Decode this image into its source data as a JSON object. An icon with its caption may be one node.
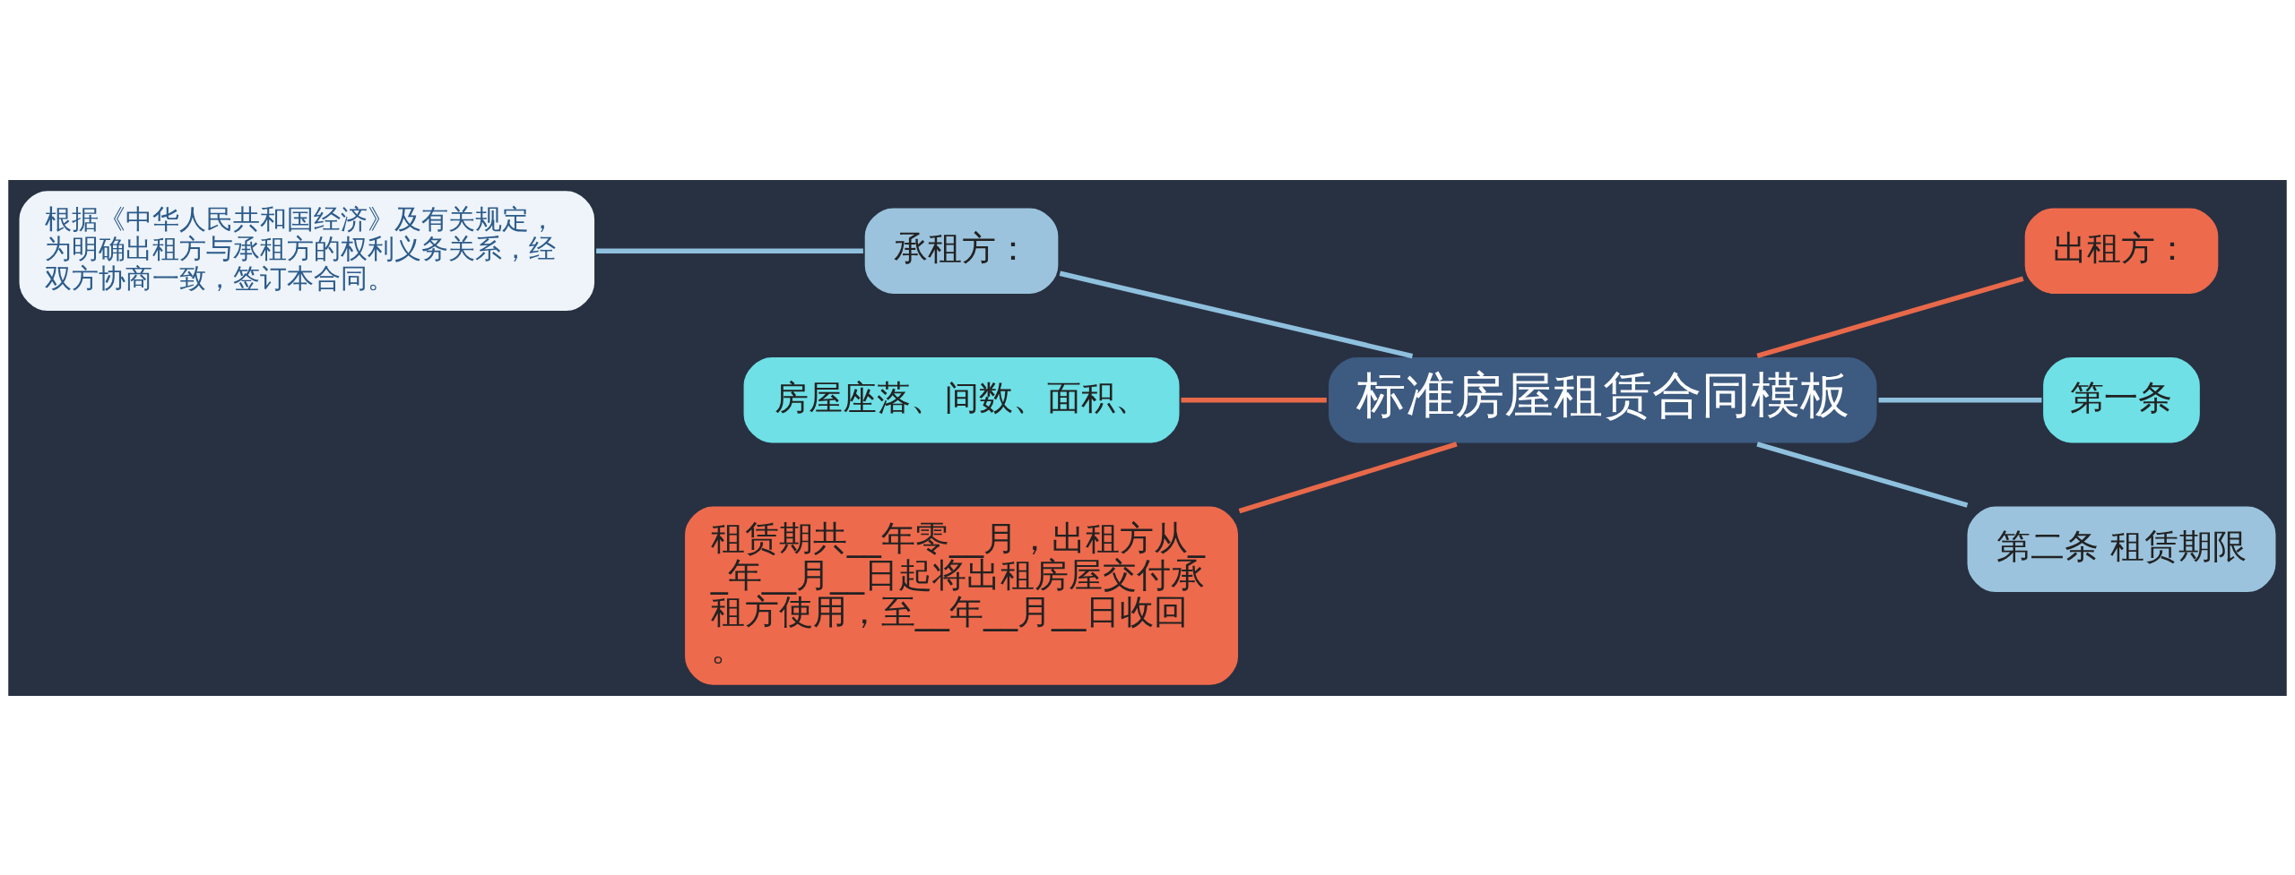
{
  "diagram": {
    "nodes": [
      {
        "text": [
          "标准房屋租赁合同模板"
        ]
      },
      {
        "text": [
          "出租方："
        ]
      },
      {
        "text": [
          "第一条"
        ]
      },
      {
        "text": [
          "第二条 租赁期限"
        ]
      },
      {
        "text": [
          "承租方："
        ]
      },
      {
        "text": [
          "房屋座落、间数、面积、"
        ]
      },
      {
        "text": [
          "租赁期共__年零__月，出租方从__年__月__日起将出租房屋交付承租方使用，至__年__月__日收回。"
        ]
      },
      {
        "text": [
          "根据《中华人民共和国经济》及有关规定，为明确出租方与承租方的权利义务关系，经双方协商一致，签订本合同。"
        ]
      }
    ],
    "edges": [
      {
        "from": 0,
        "to": 1,
        "arrow": "none",
        "color": "#e8694a"
      },
      {
        "from": 0,
        "to": 2,
        "arrow": "none"
      },
      {
        "from": 0,
        "to": 3,
        "arrow": "none"
      },
      {
        "from": 0,
        "to": 4,
        "arrow": "none"
      },
      {
        "from": 0,
        "to": 5,
        "arrow": "none",
        "color": "#e8694a"
      },
      {
        "from": 0,
        "to": 6,
        "arrow": "none",
        "color": "#e8694a"
      },
      {
        "from": 4,
        "to": 7,
        "arrow": "none"
      }
    ]
  }
}
